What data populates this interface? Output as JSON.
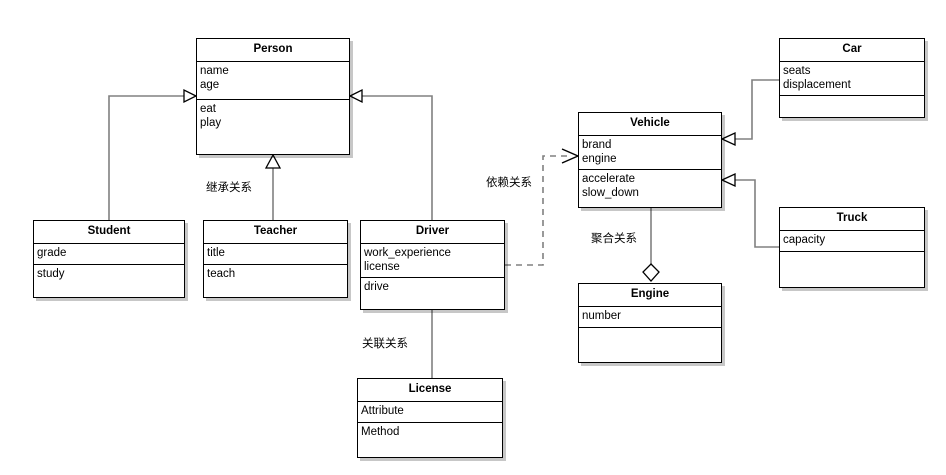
{
  "diagram": {
    "title": "UML Class Diagram",
    "background_color": "#ffffff",
    "line_color": "#808080",
    "border_color": "#000000",
    "shadow_color": "#cccccc"
  },
  "classes": {
    "person": {
      "name": "Person",
      "attributes": [
        "name",
        "age"
      ],
      "methods": [
        "eat",
        "play"
      ]
    },
    "student": {
      "name": "Student",
      "attributes": [
        "grade"
      ],
      "methods": [
        "study"
      ]
    },
    "teacher": {
      "name": "Teacher",
      "attributes": [
        "title"
      ],
      "methods": [
        "teach"
      ]
    },
    "driver": {
      "name": "Driver",
      "attributes": [
        "work_experience",
        "license"
      ],
      "methods": [
        "drive"
      ]
    },
    "license": {
      "name": "License",
      "attributes": [
        "Attribute"
      ],
      "methods": [
        "Method"
      ]
    },
    "vehicle": {
      "name": "Vehicle",
      "attributes": [
        "brand",
        "engine"
      ],
      "methods": [
        "accelerate",
        "slow_down"
      ]
    },
    "car": {
      "name": "Car",
      "attributes": [
        "seats",
        "displacement"
      ],
      "methods": []
    },
    "truck": {
      "name": "Truck",
      "attributes": [
        "capacity"
      ],
      "methods": []
    },
    "engine": {
      "name": "Engine",
      "attributes": [
        "number"
      ],
      "methods": []
    }
  },
  "relationship_labels": {
    "inheritance": "继承关系",
    "dependency": "依赖关系",
    "aggregation": "聚合关系",
    "association": "关联关系"
  },
  "relationships": [
    {
      "id": "student-person",
      "type": "generalization",
      "from": "Student",
      "to": "Person",
      "marker": "hollow-triangle"
    },
    {
      "id": "teacher-person",
      "type": "generalization",
      "from": "Teacher",
      "to": "Person",
      "marker": "hollow-triangle"
    },
    {
      "id": "driver-person",
      "type": "generalization",
      "from": "Driver",
      "to": "Person",
      "marker": "hollow-triangle"
    },
    {
      "id": "driver-vehicle",
      "type": "dependency",
      "from": "Driver",
      "to": "Vehicle",
      "marker": "open-arrow",
      "style": "dashed"
    },
    {
      "id": "driver-license",
      "type": "association",
      "from": "Driver",
      "to": "License",
      "marker": "none"
    },
    {
      "id": "car-vehicle",
      "type": "generalization",
      "from": "Car",
      "to": "Vehicle",
      "marker": "hollow-triangle"
    },
    {
      "id": "truck-vehicle",
      "type": "generalization",
      "from": "Truck",
      "to": "Vehicle",
      "marker": "hollow-triangle"
    },
    {
      "id": "vehicle-engine",
      "type": "aggregation",
      "from": "Vehicle",
      "to": "Engine",
      "marker": "hollow-diamond"
    }
  ]
}
